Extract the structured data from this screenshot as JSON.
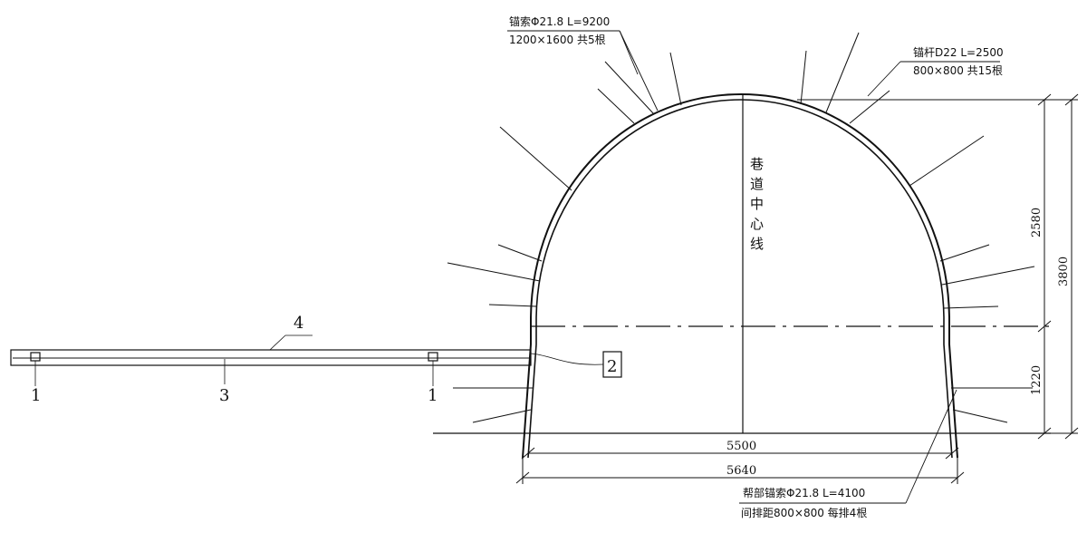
{
  "annotations": {
    "anchor_cable_top": {
      "line1": "锚索Φ21.8 L=9200",
      "line2": "1200×1600 共5根"
    },
    "anchor_bolt": {
      "line1": "锚杆D22 L=2500",
      "line2": "800×800 共15根"
    },
    "side_anchor_cable": {
      "line1": "帮部锚索Φ21.8 L=4100",
      "line2": "间排距800×800 每排4根"
    },
    "centerline_chars": [
      "巷",
      "道",
      "中",
      "心",
      "线"
    ]
  },
  "dimensions": {
    "inner_width": "5500",
    "outer_width": "5640",
    "total_height": "3800",
    "arch_height": "2580",
    "wall_height": "1220"
  },
  "callouts": {
    "item_1_left": "1",
    "item_1_right": "1",
    "item_2": "2",
    "item_3": "3",
    "item_4": "4"
  }
}
